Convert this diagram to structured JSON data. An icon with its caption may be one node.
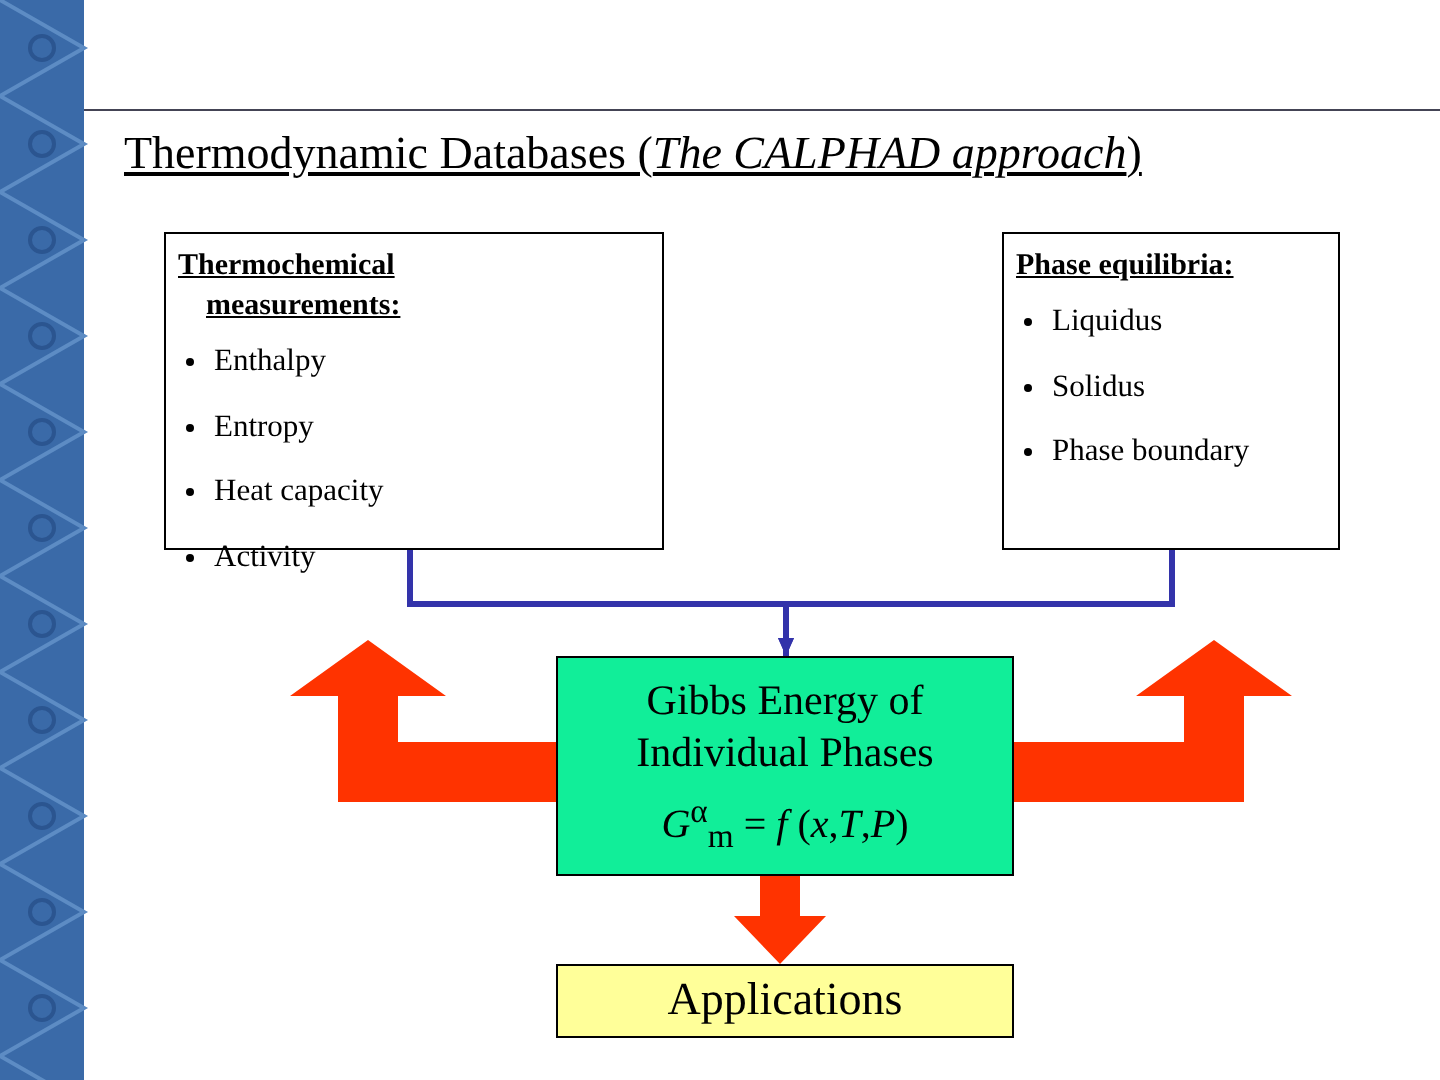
{
  "diagram": {
    "title": "Thermodynamic Databases (*The CALPHAD approach*)",
    "nodes": [
      {
        "text": [
          "Thermochemical measurements:",
          "Enthalpy",
          "Entropy",
          "Heat capacity",
          "Activity"
        ]
      },
      {
        "text": [
          "Phase equilibria:",
          "Liquidus",
          "Solidus",
          "Phase boundary"
        ]
      },
      {
        "text": [
          "Gibbs Energy of Individual Phases",
          "*G*$^{α}$$_{m}$ = *f* (*x*,*T*,*P*)"
        ]
      },
      {
        "text": [
          "Applications"
        ]
      }
    ],
    "edges": [
      {
        "from": 0,
        "to": 2,
        "arrow": "to"
      },
      {
        "from": 1,
        "to": 2,
        "arrow": "to"
      },
      {
        "from": 2,
        "to": null,
        "arrow": "to",
        "style": "thick",
        "color": "#ff3300"
      },
      {
        "from": 2,
        "to": null,
        "arrow": "to",
        "style": "thick",
        "color": "#ff3300"
      },
      {
        "from": 2,
        "to": 3,
        "arrow": "to",
        "style": "thick",
        "color": "#ff3300"
      }
    ]
  }
}
